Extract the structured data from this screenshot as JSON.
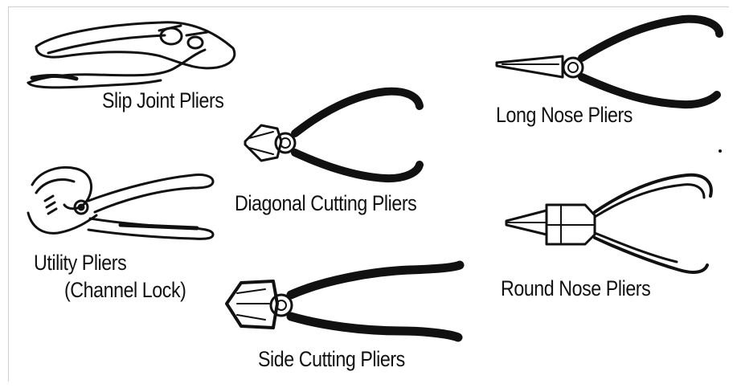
{
  "labels": {
    "slip_joint": "Slip Joint Pliers",
    "long_nose": "Long Nose Pliers",
    "diagonal_cutting": "Diagonal Cutting Pliers",
    "utility_line1": "Utility Pliers",
    "utility_line2": "(Channel Lock)",
    "round_nose": "Round Nose Pliers",
    "side_cutting": "Side Cutting Pliers"
  }
}
